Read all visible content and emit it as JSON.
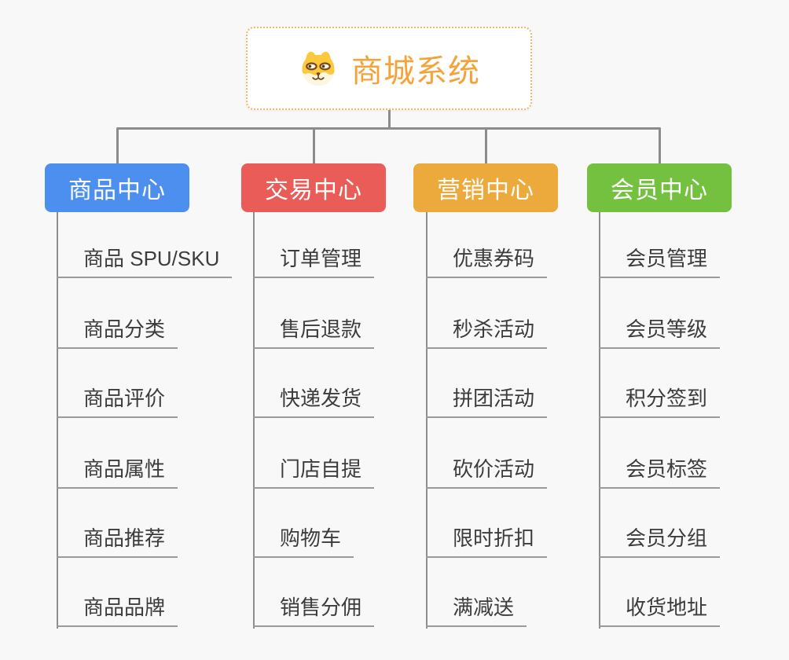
{
  "page": {
    "background_color": "#f8f8f8",
    "connector_color": "#8c8c8c"
  },
  "root": {
    "title": "商城系统",
    "icon": "shiba-dog-icon",
    "title_color": "#f2a43b",
    "border_color": "#f0b66a"
  },
  "branches": [
    {
      "label": "商品中心",
      "color": "#4c8fef",
      "items": [
        "商品 SPU/SKU",
        "商品分类",
        "商品评价",
        "商品属性",
        "商品推荐",
        "商品品牌"
      ]
    },
    {
      "label": "交易中心",
      "color": "#e95c57",
      "items": [
        "订单管理",
        "售后退款",
        "快递发货",
        "门店自提",
        "购物车",
        "销售分佣"
      ]
    },
    {
      "label": "营销中心",
      "color": "#ecaa3d",
      "items": [
        "优惠券码",
        "秒杀活动",
        "拼团活动",
        "砍价活动",
        "限时折扣",
        "满减送"
      ]
    },
    {
      "label": "会员中心",
      "color": "#74c13f",
      "items": [
        "会员管理",
        "会员等级",
        "积分签到",
        "会员标签",
        "会员分组",
        "收货地址"
      ]
    }
  ]
}
